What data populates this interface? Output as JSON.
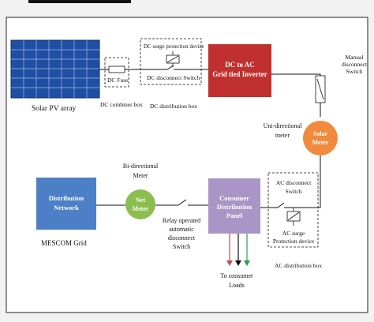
{
  "labels": {
    "dc_fuse": "DC Fuse",
    "surge_dc": "DC surge protection device",
    "dc_disconnect": "DC disconnect Switch",
    "inverter_l1": "DC to AC",
    "inverter_l2": "Grid tied Inverter",
    "manual_l1": "Manual",
    "manual_l2": "disconnect",
    "manual_l3": "Switch",
    "solar_pv": "Solar PV array",
    "dc_combiner": "DC combiner box",
    "dc_dist": "DC distribution box",
    "uni_l1": "Uni-directional",
    "uni_l2": "meter",
    "solar_meter_l1": "Solar",
    "solar_meter_l2": "Meter",
    "bi_l1": "Bi-directional",
    "bi_l2": "Meter",
    "dist_net_l1": "Distribution",
    "dist_net_l2": "Network",
    "net_meter_l1": "Net",
    "net_meter_l2": "Meter",
    "cdp_l1": "Consumer",
    "cdp_l2": "Distribution",
    "cdp_l3": "Panel",
    "ac_disc_l1": "AC disconnect",
    "ac_disc_l2": "Switch",
    "ac_surge_l1": "AC surge",
    "ac_surge_l2": "Protection device",
    "mescom": "MESCOM Grid",
    "relay_l1": "Relay operated",
    "relay_l2": "automatic",
    "relay_l3": "disconnect",
    "relay_l4": "Switch",
    "ac_dist": "AC distribution box",
    "loads_l1": "To consumer",
    "loads_l2": "Loads"
  },
  "colors": {
    "pv_panel": "#1f4fa3",
    "inverter": "#c0302e",
    "solar_meter": "#f08a3c",
    "net_meter": "#8cbe4f",
    "distribution_network": "#4c7fc6",
    "consumer_panel": "#a996c6",
    "load_red": "#c0504d",
    "load_black": "#111111",
    "load_green": "#2e9e4f"
  }
}
